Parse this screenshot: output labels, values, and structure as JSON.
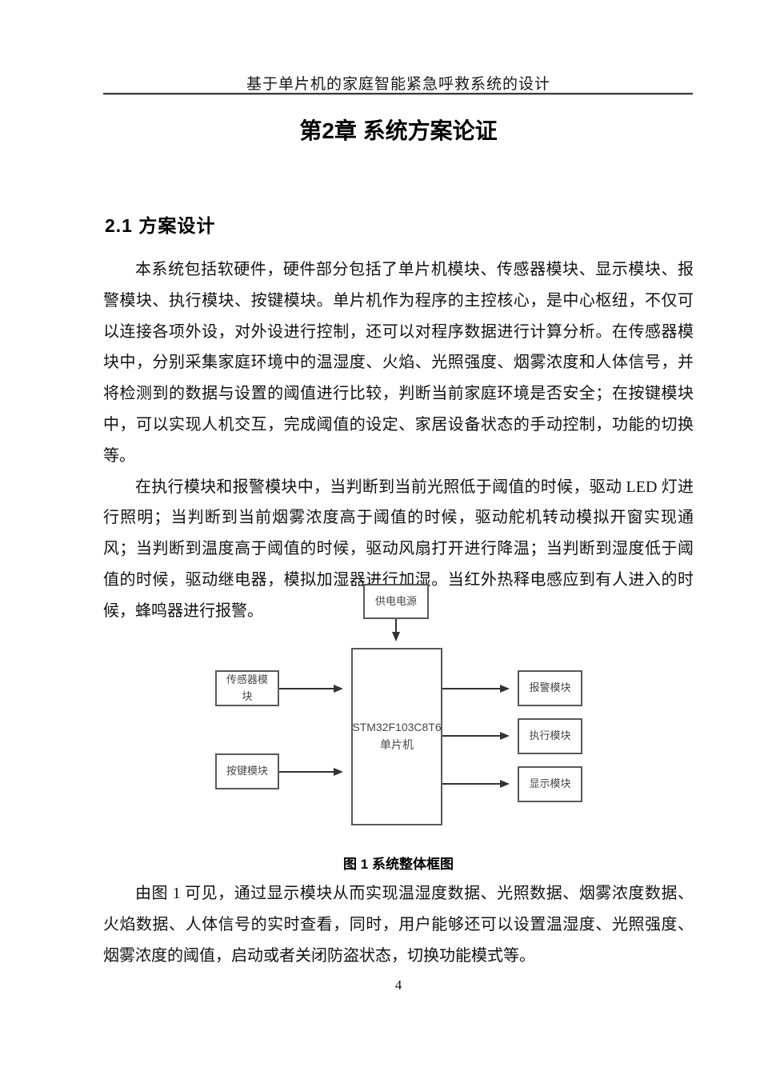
{
  "header": {
    "title": "基于单片机的家庭智能紧急呼救系统的设计"
  },
  "chapter": {
    "title": "第2章 系统方案论证"
  },
  "section": {
    "heading": "2.1 方案设计",
    "paragraphs": [
      "本系统包括软硬件，硬件部分包括了单片机模块、传感器模块、显示模块、报警模块、执行模块、按键模块。单片机作为程序的主控核心，是中心枢纽，不仅可以连接各项外设，对外设进行控制，还可以对程序数据进行计算分析。在传感器模块中，分别采集家庭环境中的温湿度、火焰、光照强度、烟雾浓度和人体信号，并将检测到的数据与设置的阈值进行比较，判断当前家庭环境是否安全；在按键模块中，可以实现人机交互，完成阈值的设定、家居设备状态的手动控制，功能的切换等。",
      "在执行模块和报警模块中，当判断到当前光照低于阈值的时候，驱动 LED 灯进行照明；当判断到当前烟雾浓度高于阈值的时候，驱动舵机转动模拟开窗实现通风；当判断到温度高于阈值的时候，驱动风扇打开进行降温；当判断到湿度低于阈值的时候，驱动继电器，模拟加湿器进行加湿。当红外热释电感应到有人进入的时候，蜂鸣器进行报警。",
      "由图 1 可见，通过显示模块从而实现温湿度数据、光照数据、烟雾浓度数据、火焰数据、人体信号的实时查看，同时，用户能够还可以设置温湿度、光照强度、烟雾浓度的阈值，启动或者关闭防盗状态，切换功能模式等。"
    ]
  },
  "figure": {
    "caption": "图 1 系统整体框图",
    "boxes": {
      "power": "供电电源",
      "mcu": "STM32F103C8T6单片机",
      "sensor": "传感器模块",
      "keys": "按键模块",
      "alarm": "报警模块",
      "actuator": "执行模块",
      "display": "显示模块"
    }
  },
  "footer": {
    "page_number": "4"
  },
  "colors": {
    "diagram_border": "#595959",
    "diagram_text": "#474747",
    "arrow": "#333333",
    "text": "#111111"
  }
}
